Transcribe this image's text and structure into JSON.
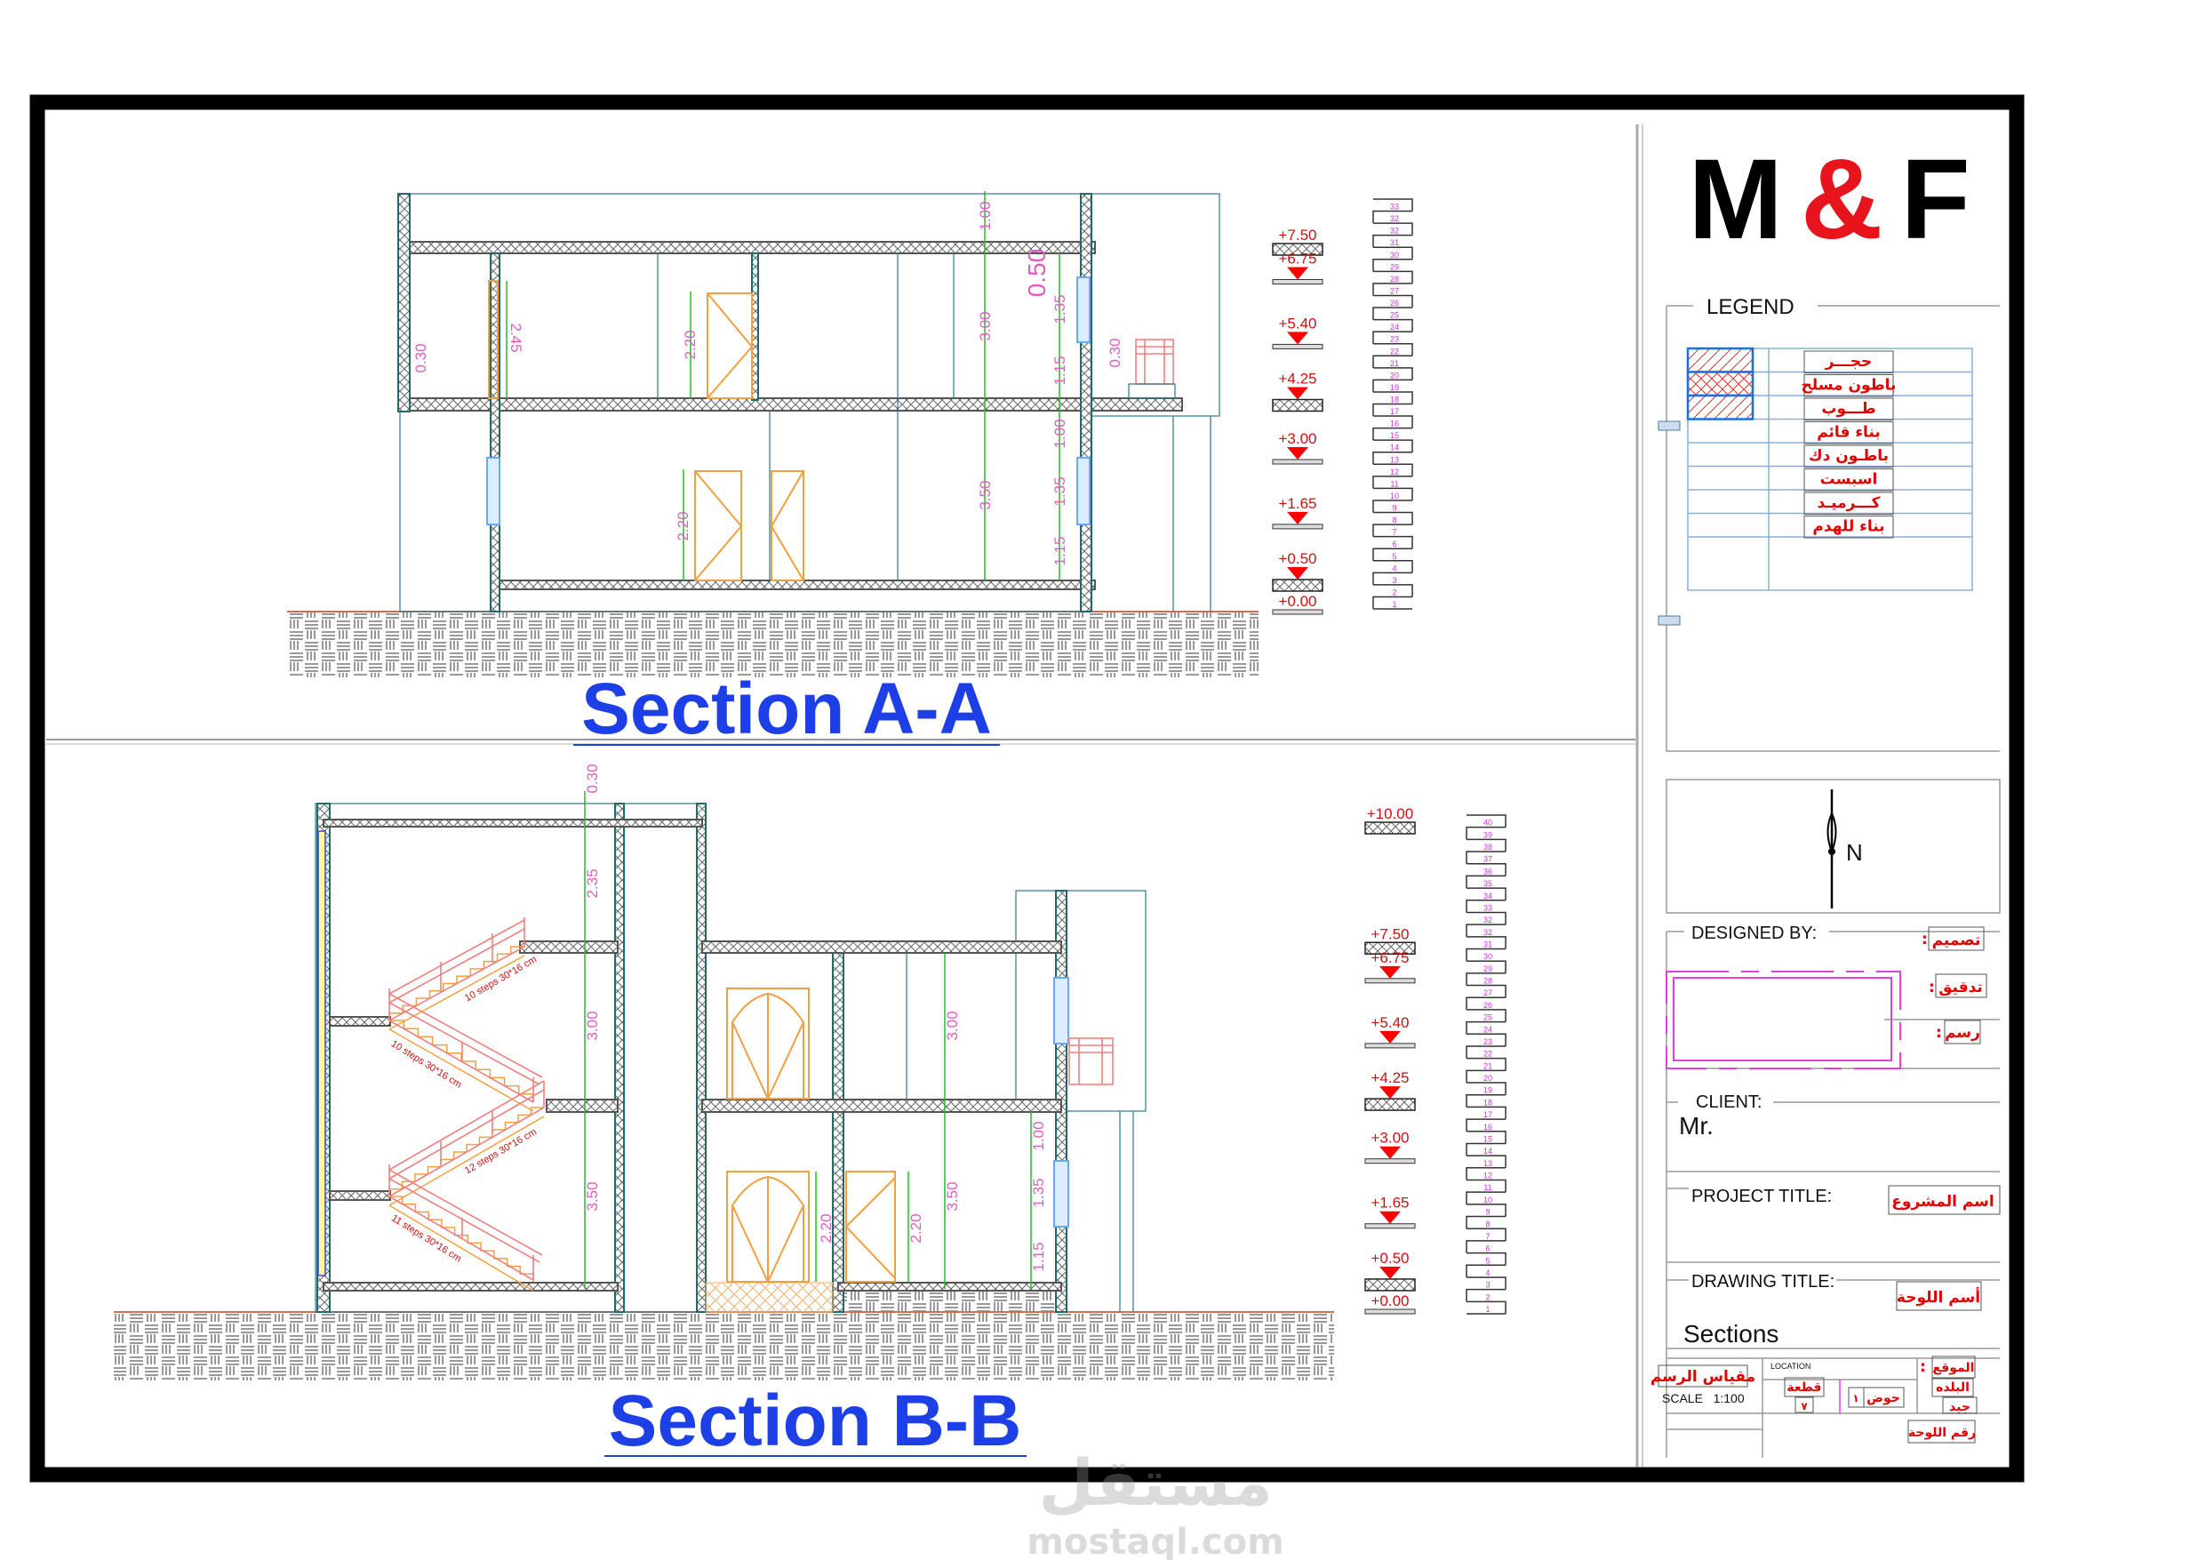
{
  "sheet": {
    "logo": {
      "left": "M",
      "amp": "&",
      "right": "F",
      "amp_color": "#e8141c"
    },
    "watermark": {
      "arabic": "مستقل",
      "latin": "mostaql.com"
    },
    "title_color": "#1d3fe6"
  },
  "section_aa": {
    "title": "Section A-A",
    "levels": [
      {
        "label": "+7.50",
        "elevation": 7.5,
        "slab": true
      },
      {
        "label": "+6.75",
        "elevation": 6.75,
        "slab": false
      },
      {
        "label": "+5.40",
        "elevation": 5.4,
        "slab": false
      },
      {
        "label": "+4.25",
        "elevation": 4.25,
        "slab": true
      },
      {
        "label": "+3.00",
        "elevation": 3.0,
        "slab": false
      },
      {
        "label": "+1.65",
        "elevation": 1.65,
        "slab": false
      },
      {
        "label": "+0.50",
        "elevation": 0.5,
        "slab": true
      },
      {
        "label": "+0.00",
        "elevation": 0.0,
        "slab": false,
        "plain": true
      }
    ],
    "steps": [
      "33",
      "32",
      "32",
      "31",
      "30",
      "29",
      "28",
      "27",
      "26",
      "25",
      "24",
      "23",
      "22",
      "21",
      "20",
      "19",
      "18",
      "17",
      "16",
      "15",
      "14",
      "13",
      "12",
      "11",
      "10",
      "9",
      "8",
      "7",
      "6",
      "5",
      "4",
      "3",
      "2",
      "1"
    ],
    "dims": [
      "1.00",
      "0.50",
      "3.00",
      "1.35",
      "1.15",
      "2.45",
      "2.20",
      "0.30",
      "0.30",
      "3.50",
      "1.00",
      "1.35",
      "1.15",
      "2.20"
    ]
  },
  "section_bb": {
    "title": "Section B-B",
    "levels": [
      {
        "label": "+10.00",
        "elevation": 10.0,
        "slab": true
      },
      {
        "label": "+7.50",
        "elevation": 7.5,
        "slab": true
      },
      {
        "label": "+6.75",
        "elevation": 6.75,
        "slab": false
      },
      {
        "label": "+5.40",
        "elevation": 5.4,
        "slab": false
      },
      {
        "label": "+4.25",
        "elevation": 4.25,
        "slab": true
      },
      {
        "label": "+3.00",
        "elevation": 3.0,
        "slab": false
      },
      {
        "label": "+1.65",
        "elevation": 1.65,
        "slab": false
      },
      {
        "label": "+0.50",
        "elevation": 0.5,
        "slab": true
      },
      {
        "label": "+0.00",
        "elevation": 0.0,
        "slab": false,
        "plain": true
      }
    ],
    "steps": [
      "40",
      "39",
      "38",
      "37",
      "36",
      "35",
      "34",
      "33",
      "32",
      "32",
      "31",
      "30",
      "29",
      "28",
      "27",
      "26",
      "25",
      "24",
      "23",
      "22",
      "21",
      "20",
      "19",
      "18",
      "17",
      "16",
      "15",
      "14",
      "13",
      "12",
      "11",
      "10",
      "9",
      "8",
      "7",
      "6",
      "5",
      "4",
      "3",
      "2",
      "1"
    ],
    "dims": [
      "0.30",
      "2.35",
      "3.00",
      "3.50",
      "3.00",
      "3.50",
      "2.20",
      "2.20",
      "1.00",
      "1.35",
      "1.15"
    ],
    "stair_labels": [
      "10 steps 30*16 cm",
      "10 steps 30*16 cm",
      "12 steps 30*16 cm",
      "11 steps 30*16 cm"
    ]
  },
  "legend": {
    "title": "LEGEND",
    "items": [
      {
        "label": "حجـــر",
        "swatch": "diagonal-hatch-red"
      },
      {
        "label": "باطون مسلح",
        "swatch": "cross-hatch-red"
      },
      {
        "label": "طـــوب",
        "swatch": "diagonal-hatch-red"
      },
      {
        "label": "بناء قائم"
      },
      {
        "label": "باطـون دك"
      },
      {
        "label": "اسبست"
      },
      {
        "label": "كـــرميـد"
      },
      {
        "label": "بناء للهدم"
      }
    ]
  },
  "north": {
    "label": "N",
    "icon": "north-arrow-icon"
  },
  "title_block": {
    "designed_by_label": "DESIGNED BY:",
    "design_ar": "تصميم",
    "check_ar": "تدقيق",
    "draw_ar": "رسم",
    "colon": ":",
    "client_label": "CLIENT:",
    "client_value": "Mr.",
    "project_title_label": "PROJECT TITLE:",
    "project_name_ar": "اسم المشروع",
    "drawing_title_label": "DRAWING TITLE:",
    "drawing_name_ar": "أسم اللوحة",
    "drawing_title_value": "Sections",
    "scale_ar": "مقياس الرسم",
    "scale": "SCALE   1:100",
    "location_label": "LOCATION",
    "site_ar": "الموقع",
    "town_ar": "البلده",
    "town_value": "جيد",
    "plot_ar": "قطعة",
    "plot_value": "٧",
    "basin_ar": "حوض",
    "basin_value": "١",
    "sheet_no_ar": "رقم اللوحة"
  }
}
